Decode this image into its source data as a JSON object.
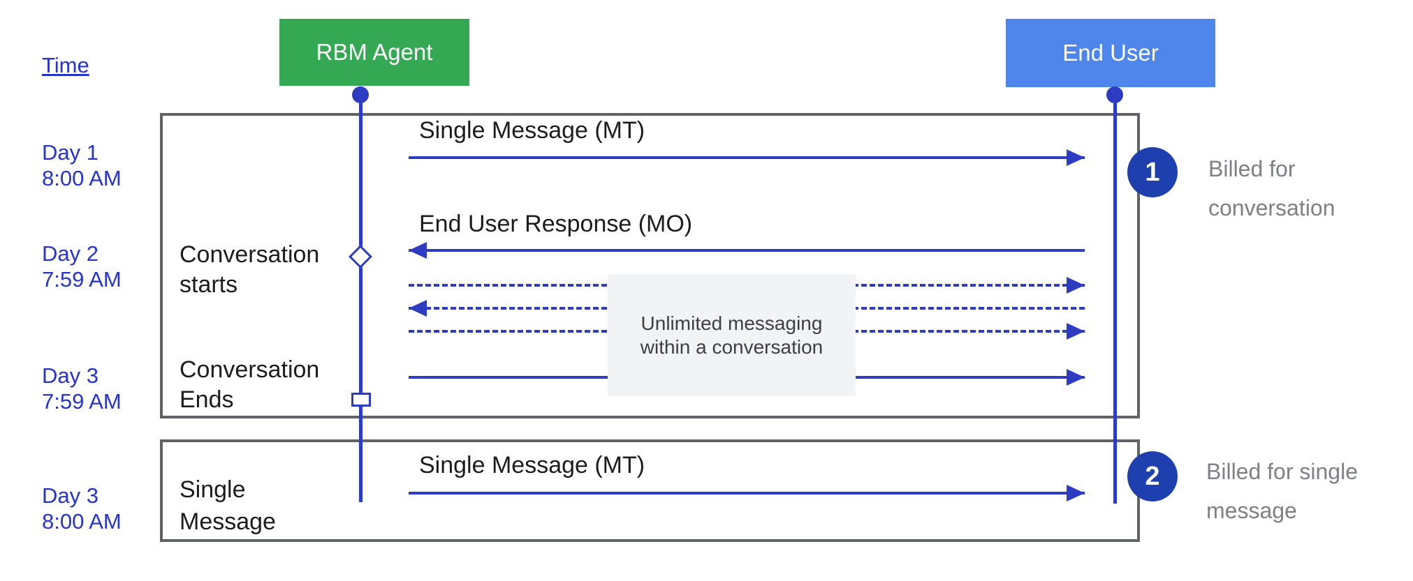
{
  "diagram": {
    "time_label": "Time",
    "actors": {
      "rbm": {
        "label": "RBM Agent",
        "color": "#34a853"
      },
      "end_user": {
        "label": "End User",
        "color": "#4e86ec"
      }
    },
    "timestamps": [
      {
        "line1": "Day 1",
        "line2": "8:00 AM"
      },
      {
        "line1": "Day 2",
        "line2": "7:59 AM"
      },
      {
        "line1": "Day 3",
        "line2": "7:59 AM"
      },
      {
        "line1": "Day 3",
        "line2": "8:00 AM"
      }
    ],
    "lifeline_events": {
      "conversation_starts": "Conversation starts",
      "conversation_ends": "Conversation Ends",
      "single_message": "Single Message"
    },
    "messages": {
      "mt1": "Single Message (MT)",
      "mo": "End User Response (MO)",
      "mt2": "Single Message (MT)"
    },
    "note": "Unlimited messaging within a conversation",
    "annotations": [
      {
        "number": "1",
        "label": "Billed for conversation"
      },
      {
        "number": "2",
        "label": "Billed for single message"
      }
    ],
    "colors": {
      "agent_green": "#34a853",
      "user_blue": "#4e86ec",
      "line_blue": "#2e3cc2",
      "badge_blue": "#1e3fae",
      "frame_gray": "#5f6368",
      "note_bg": "#f1f3f4",
      "annotation_gray": "#7d8084",
      "time_blue": "#2634cd"
    }
  }
}
